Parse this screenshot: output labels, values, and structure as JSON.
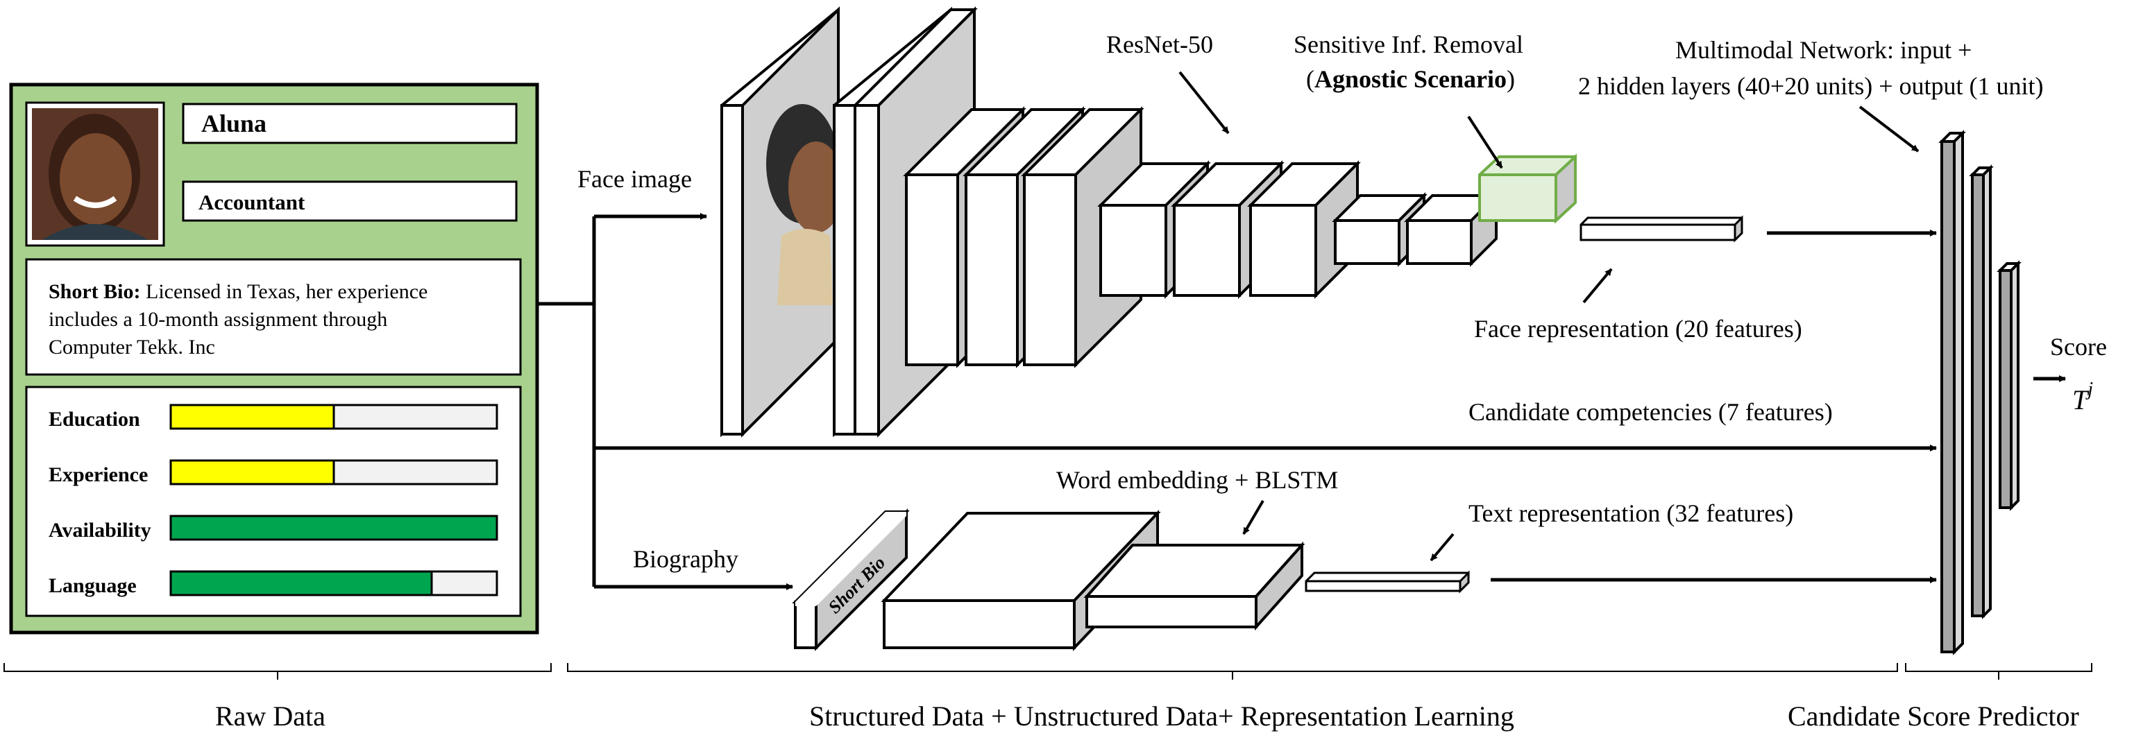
{
  "profile": {
    "name": "Aluna",
    "job": "Accountant",
    "bio_label": "Short Bio:",
    "bio_line1": "Licensed in Texas, her experience",
    "bio_line2": "includes a 10-month assignment through",
    "bio_line3": "Computer Tekk. Inc",
    "skills": [
      {
        "label": "Education",
        "level": 0.5,
        "color": "#ffff00"
      },
      {
        "label": "Experience",
        "level": 0.5,
        "color": "#ffff00"
      },
      {
        "label": "Availability",
        "level": 1.0,
        "color": "#00a550"
      },
      {
        "label": "Language",
        "level": 0.8,
        "color": "#00a550"
      }
    ]
  },
  "labels": {
    "face_image": "Face image",
    "resnet": "ResNet-50",
    "removal_line1": "Sensitive Inf. Removal",
    "removal_open": "(",
    "removal_bold": "Agnostic Scenario",
    "removal_close": ")",
    "multimodal_line1": "Multimodal Network: input  +",
    "multimodal_line2": "2 hidden layers (40+20 units) + output  (1 unit)",
    "face_repr": "Face representation (20 features)",
    "competencies": "Candidate competencies (7 features)",
    "word_embedding": "Word embedding + BLSTM",
    "text_repr": "Text representation (32 features)",
    "biography": "Biography",
    "short_bio_block": "Short Bio",
    "score": "Score",
    "score_symbol": "T",
    "score_superscript": "j"
  },
  "footer": {
    "raw_data": "Raw Data",
    "structured": "Structured Data + Unstructured Data+ Representation Learning",
    "predictor": "Candidate Score Predictor"
  },
  "colors": {
    "panel_green": "#a9d18e",
    "removal_green": "#70ad47",
    "removal_fill": "#e2efd9"
  }
}
